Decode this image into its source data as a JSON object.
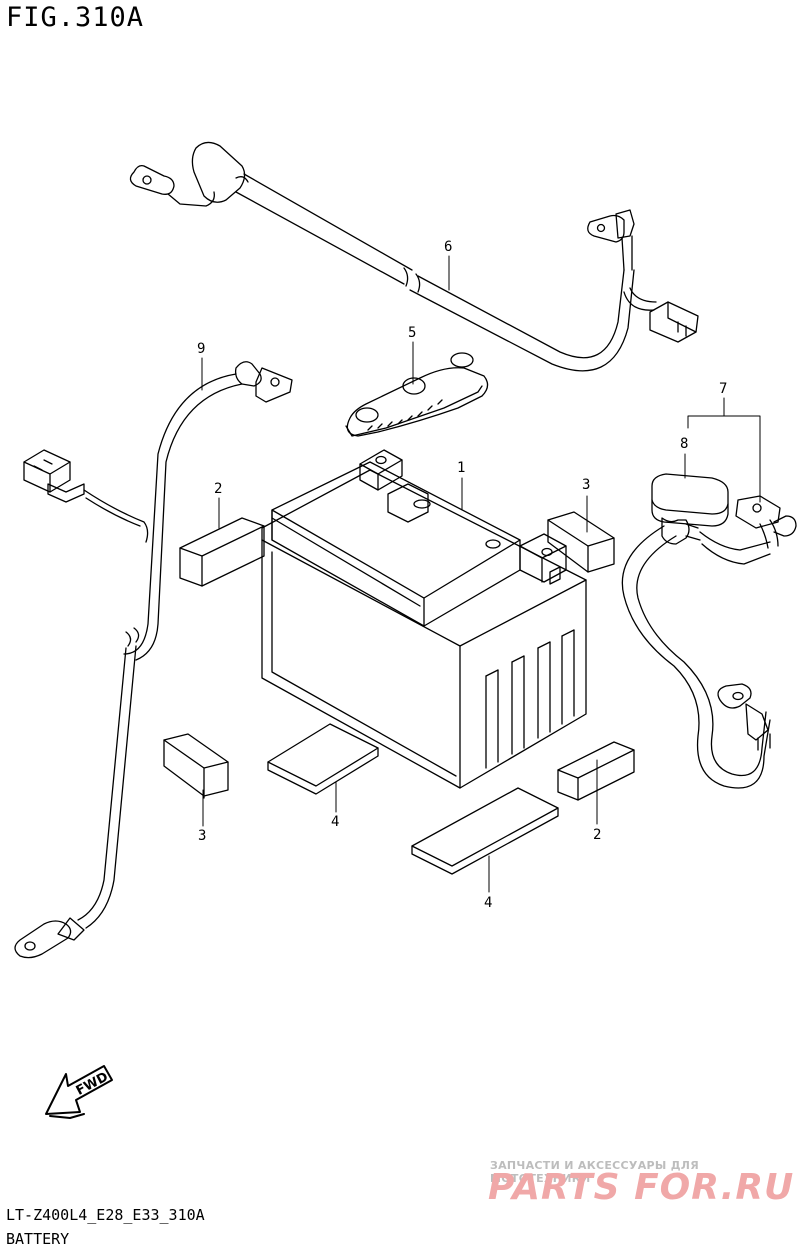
{
  "figure": {
    "title": "FIG.310A"
  },
  "footer": {
    "model_code": "LT-Z400L4_E28_E33_310A",
    "name": "BATTERY"
  },
  "fwd_label": "FWD",
  "watermark": {
    "tagline": "ЗАПЧАСТИ И АКСЕССУАРЫ ДЛЯ МОТОТЕХНИКИ",
    "logo": "PARTS FOR.RU"
  },
  "callouts": [
    {
      "id": "1",
      "label": "1"
    },
    {
      "id": "2a",
      "label": "2"
    },
    {
      "id": "2b",
      "label": "2"
    },
    {
      "id": "3a",
      "label": "3"
    },
    {
      "id": "3b",
      "label": "3"
    },
    {
      "id": "4a",
      "label": "4"
    },
    {
      "id": "4b",
      "label": "4"
    },
    {
      "id": "5",
      "label": "5"
    },
    {
      "id": "6",
      "label": "6"
    },
    {
      "id": "7",
      "label": "7"
    },
    {
      "id": "8",
      "label": "8"
    },
    {
      "id": "9",
      "label": "9"
    }
  ],
  "parts": [
    {
      "ref": "1",
      "icon": "battery"
    },
    {
      "ref": "2",
      "icon": "spacer-block"
    },
    {
      "ref": "3",
      "icon": "spacer-block"
    },
    {
      "ref": "4",
      "icon": "pad"
    },
    {
      "ref": "5",
      "icon": "terminal-cover"
    },
    {
      "ref": "6",
      "icon": "wire-harness"
    },
    {
      "ref": "7",
      "icon": "cable-assembly"
    },
    {
      "ref": "8",
      "icon": "fuse-box"
    },
    {
      "ref": "9",
      "icon": "wire-harness"
    }
  ]
}
